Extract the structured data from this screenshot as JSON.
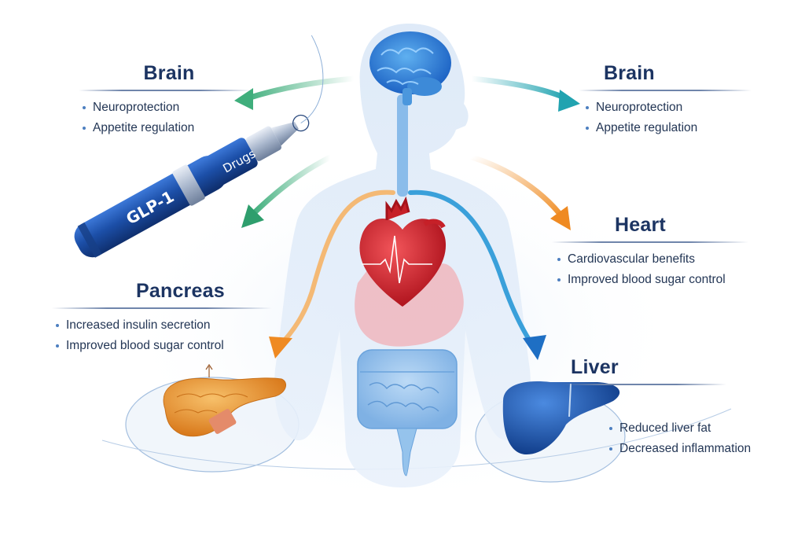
{
  "figure": {
    "subject": "GLP-1 drug effects on organs",
    "pen": {
      "main_label": "GLP-1",
      "cap_label": "Drugs"
    },
    "panels": [
      {
        "id": "brain-left",
        "title": "Brain",
        "bullets": [
          "Neuroprotection",
          "Appetite regulation"
        ]
      },
      {
        "id": "brain-right",
        "title": "Brain",
        "bullets": [
          "Neuroprotection",
          "Appetite regulation"
        ]
      },
      {
        "id": "heart",
        "title": "Heart",
        "bullets": [
          "Cardiovascular benefits",
          "Improved blood sugar control"
        ]
      },
      {
        "id": "pancreas",
        "title": "Pancreas",
        "bullets": [
          "Increased insulin secretion",
          "Improved blood sugar control"
        ]
      },
      {
        "id": "liver",
        "title": "Liver",
        "bullets": [
          "Reduced liver fat",
          "Decreased inflammation"
        ]
      }
    ],
    "organs": [
      "brain",
      "heart",
      "stomach",
      "intestines",
      "pancreas",
      "liver"
    ],
    "colors": {
      "title_text": "#1c3462",
      "body_text": "#233655",
      "bullet": "#4d7fc0",
      "arrow_green": "#3fae7c",
      "arrow_teal": "#21a3b0",
      "arrow_orange": "#f0922e",
      "arrow_blue": "#2f86cf",
      "body_silhouette": "#dbe8f7",
      "brain": "#2f7fd6",
      "heart": "#d4262f",
      "pancreas": "#e99a3a",
      "liver": "#1f55a8",
      "intestines": "#8fbdea",
      "pen": "#1d4fa8"
    }
  }
}
